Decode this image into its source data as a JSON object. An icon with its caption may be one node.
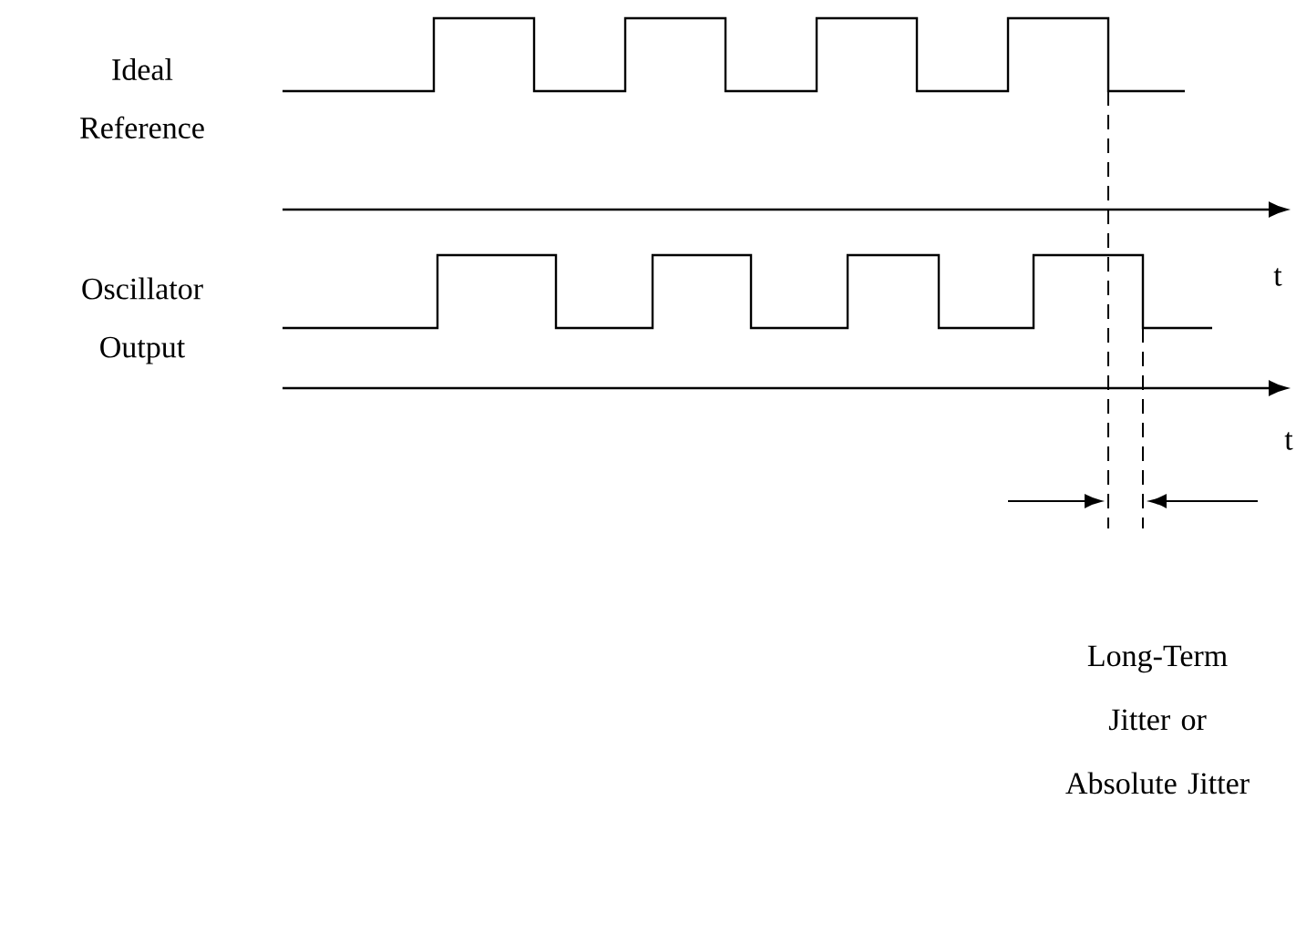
{
  "diagram": {
    "labels": [
      "Ideal Reference",
      "t",
      "Oscillator Output",
      "t",
      "Long-Term Jitter or Absolute Jitter"
    ]
  }
}
